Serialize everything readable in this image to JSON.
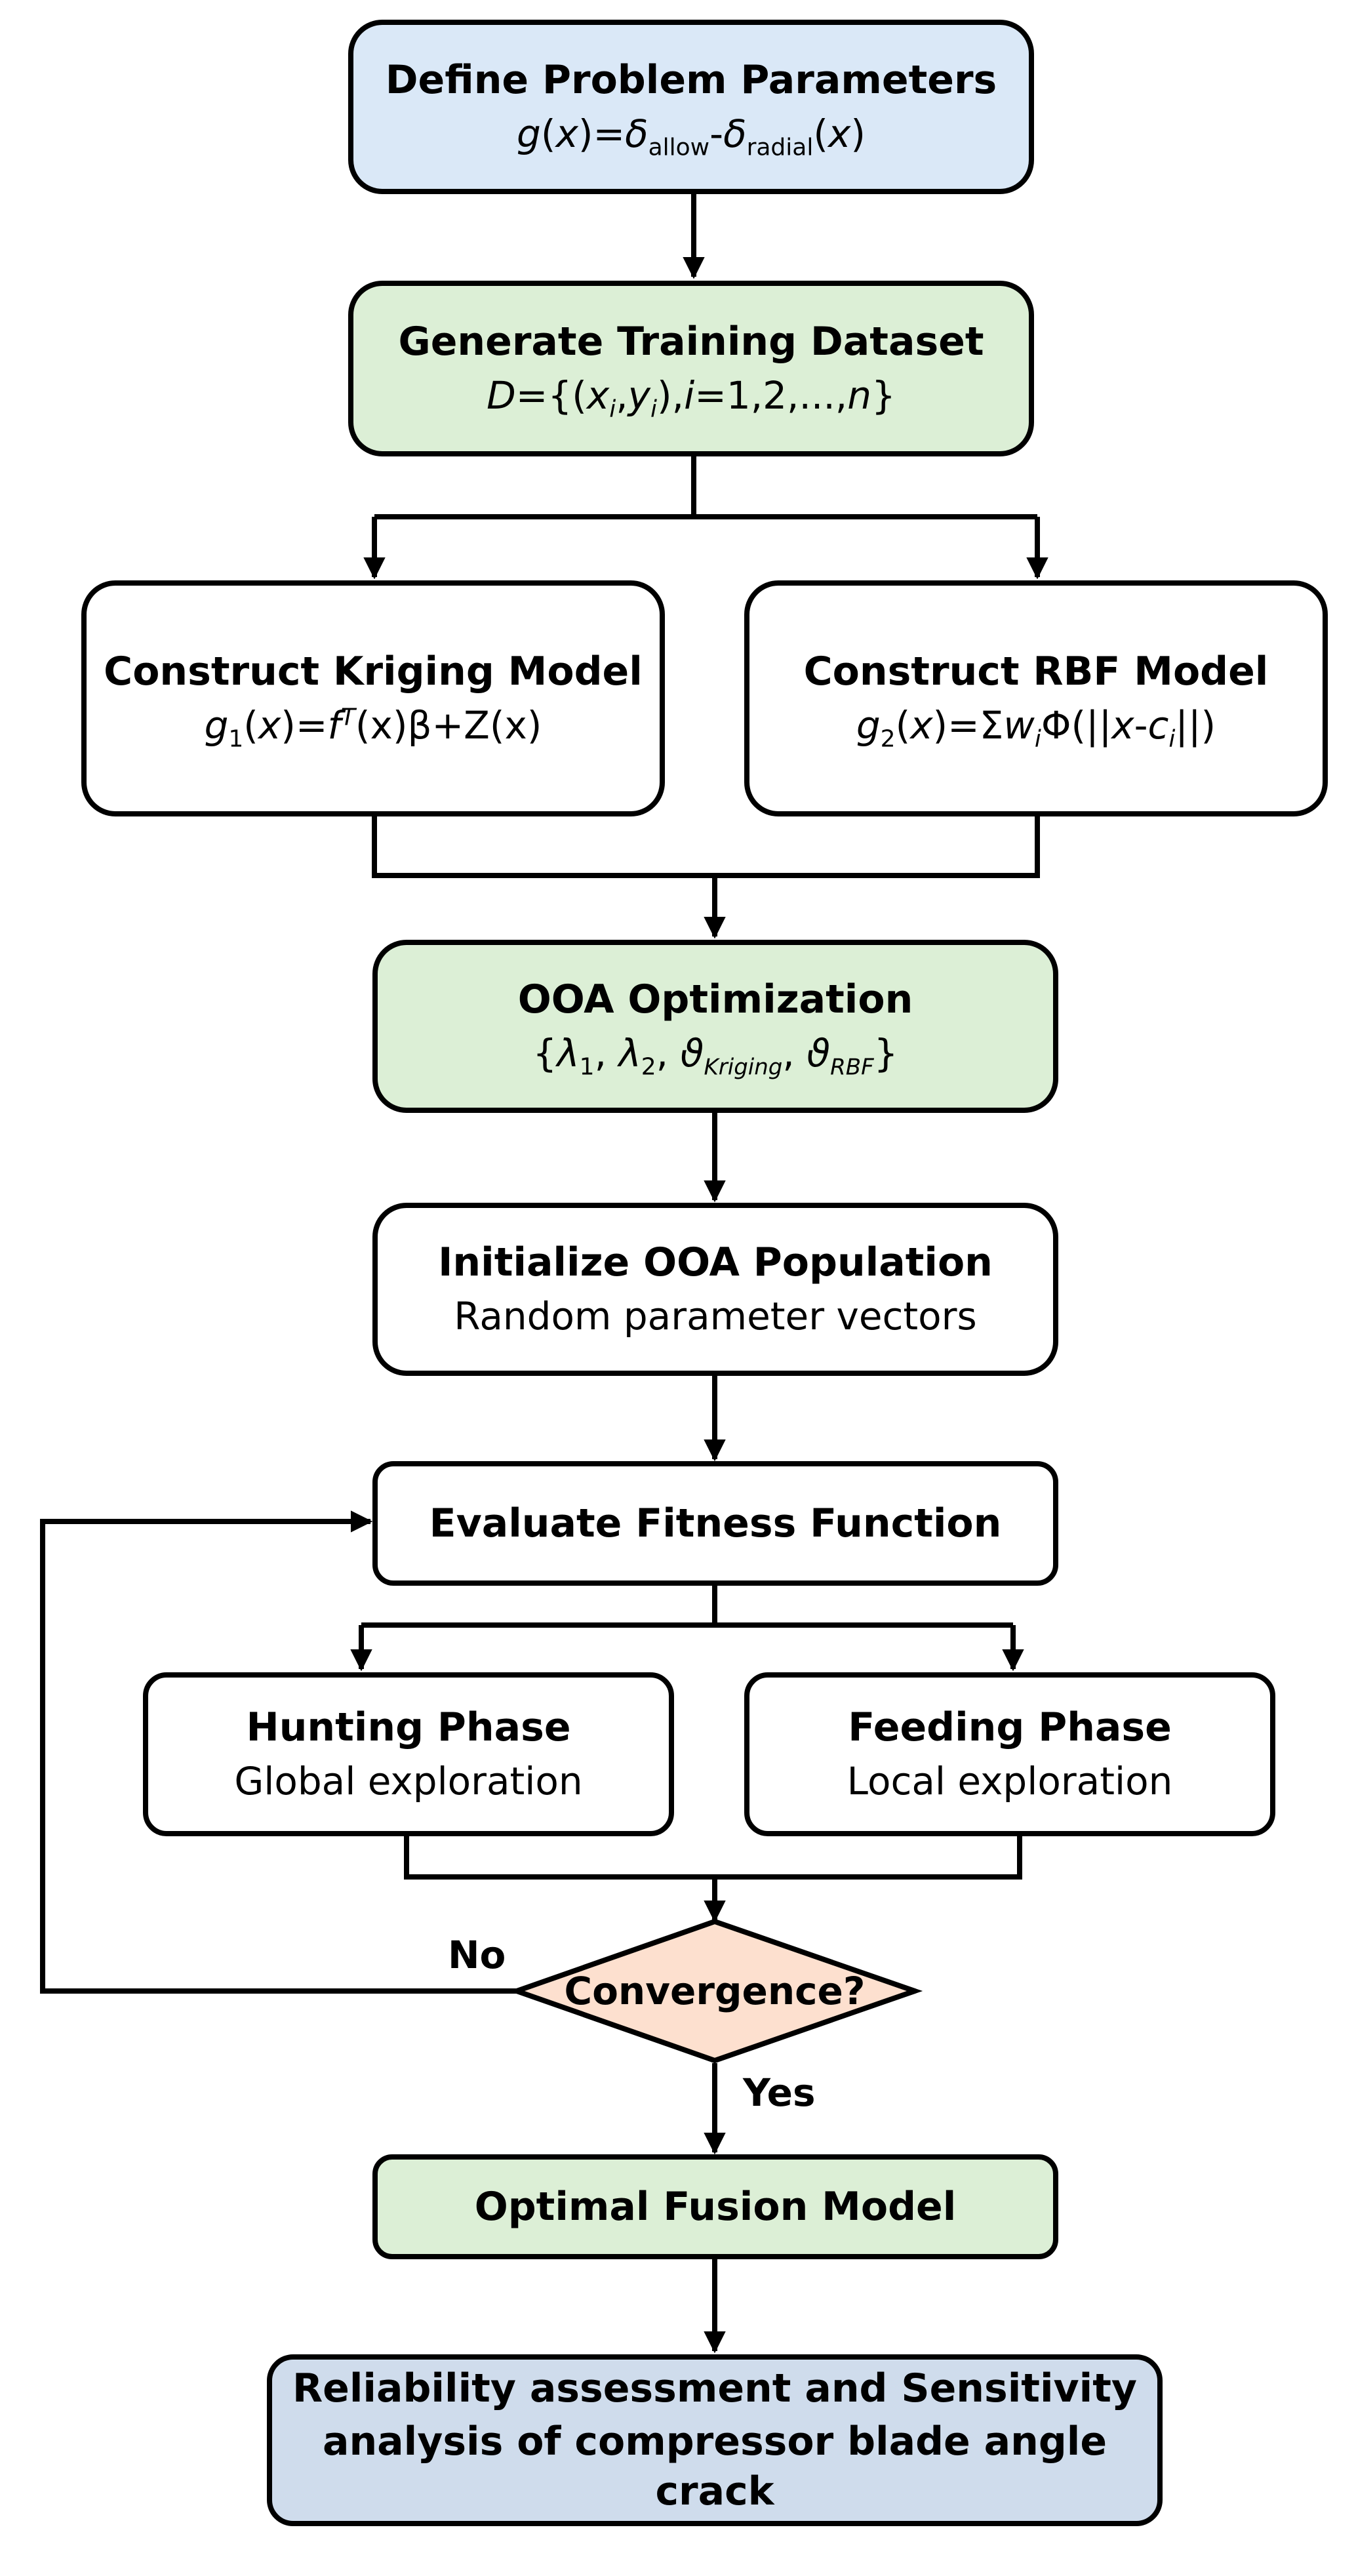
{
  "colors": {
    "start_fill": "#dae8f7",
    "process_fill": "#dcefd6",
    "plain_fill": "#ffffff",
    "decision_fill": "#fde0cf",
    "end_fill": "#cfdcec",
    "stroke": "#000000"
  },
  "nodes": {
    "define": {
      "title": "Define Problem Parameters",
      "formula": "g(x)=δallow-δradial(x)"
    },
    "dataset": {
      "title": "Generate Training Dataset",
      "formula": "D={(xi,yi),i=1,2,...,n}"
    },
    "kriging": {
      "title": "Construct Kriging Model",
      "formula": "g1(x)=fT(x)β+Z(x)"
    },
    "rbf": {
      "title": "Construct RBF Model",
      "formula": "g2(x)=ΣwiΦ(||x-ci||)"
    },
    "ooa_opt": {
      "title": "OOA Optimization",
      "formula": "{λ1, λ2, ϑKriging, ϑRBF}"
    },
    "init": {
      "title": "Initialize OOA Population",
      "subtitle": "Random parameter vectors"
    },
    "fitness": {
      "title": "Evaluate Fitness Function"
    },
    "hunting": {
      "title": "Hunting Phase",
      "subtitle": "Global exploration"
    },
    "feeding": {
      "title": "Feeding Phase",
      "subtitle": "Local exploration"
    },
    "convergence": {
      "title": "Convergence?"
    },
    "optimal": {
      "title": "Optimal Fusion Model"
    },
    "final": {
      "line1": "Reliability assessment and Sensitivity",
      "line2": "analysis of compressor blade angle crack"
    }
  },
  "edge_labels": {
    "no": "No",
    "yes": "Yes"
  }
}
